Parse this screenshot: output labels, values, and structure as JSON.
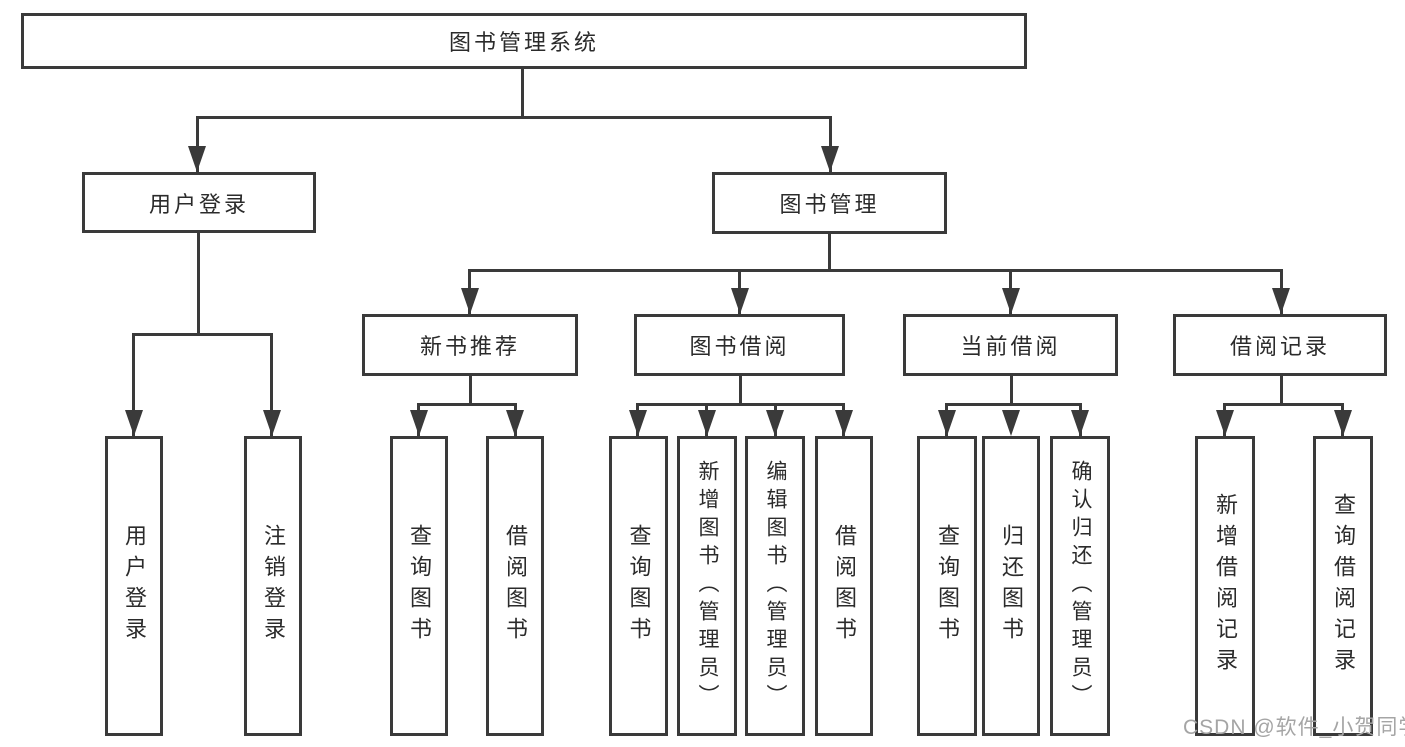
{
  "colors": {
    "line": "#3a3a3a",
    "text": "#2b2b2b",
    "watermark": "#a5a5a5",
    "background": "#ffffff"
  },
  "watermark": "CSDN @软件_小贺同学",
  "nodes": {
    "root": {
      "label": "图书管理系统"
    },
    "user_login": {
      "label": "用户登录"
    },
    "book_mgmt": {
      "label": "图书管理"
    },
    "new_book_rec": {
      "label": "新书推荐"
    },
    "book_borrow": {
      "label": "图书借阅"
    },
    "current_borrow": {
      "label": "当前借阅"
    },
    "borrow_records": {
      "label": "借阅记录"
    },
    "leaf_user_login": {
      "label": "用户登录"
    },
    "leaf_logout": {
      "label": "注销登录"
    },
    "leaf_rec_query_books": {
      "label": "查询图书"
    },
    "leaf_rec_borrow_books": {
      "label": "借阅图书"
    },
    "leaf_bb_query_books": {
      "label": "查询图书"
    },
    "leaf_bb_add_books": {
      "label": "新增图书（管理员）"
    },
    "leaf_bb_edit_books": {
      "label": "编辑图书（管理员）"
    },
    "leaf_bb_borrow_books": {
      "label": "借阅图书"
    },
    "leaf_cb_query_books": {
      "label": "查询图书"
    },
    "leaf_cb_return_books": {
      "label": "归还图书"
    },
    "leaf_cb_confirm_return": {
      "label": "确认归还（管理员）"
    },
    "leaf_br_add_record": {
      "label": "新增借阅记录"
    },
    "leaf_br_query_record": {
      "label": "查询借阅记录"
    }
  },
  "edges": [
    {
      "from": "图书管理系统",
      "to": "用户登录"
    },
    {
      "from": "图书管理系统",
      "to": "图书管理"
    },
    {
      "from": "用户登录",
      "to": "用户登录"
    },
    {
      "from": "用户登录",
      "to": "注销登录"
    },
    {
      "from": "图书管理",
      "to": "新书推荐"
    },
    {
      "from": "图书管理",
      "to": "图书借阅"
    },
    {
      "from": "图书管理",
      "to": "当前借阅"
    },
    {
      "from": "图书管理",
      "to": "借阅记录"
    },
    {
      "from": "新书推荐",
      "to": "查询图书"
    },
    {
      "from": "新书推荐",
      "to": "借阅图书"
    },
    {
      "from": "图书借阅",
      "to": "查询图书"
    },
    {
      "from": "图书借阅",
      "to": "新增图书（管理员）"
    },
    {
      "from": "图书借阅",
      "to": "编辑图书（管理员）"
    },
    {
      "from": "图书借阅",
      "to": "借阅图书"
    },
    {
      "from": "当前借阅",
      "to": "查询图书"
    },
    {
      "from": "当前借阅",
      "to": "归还图书"
    },
    {
      "from": "当前借阅",
      "to": "确认归还（管理员）"
    },
    {
      "from": "借阅记录",
      "to": "新增借阅记录"
    },
    {
      "from": "借阅记录",
      "to": "查询借阅记录"
    }
  ]
}
